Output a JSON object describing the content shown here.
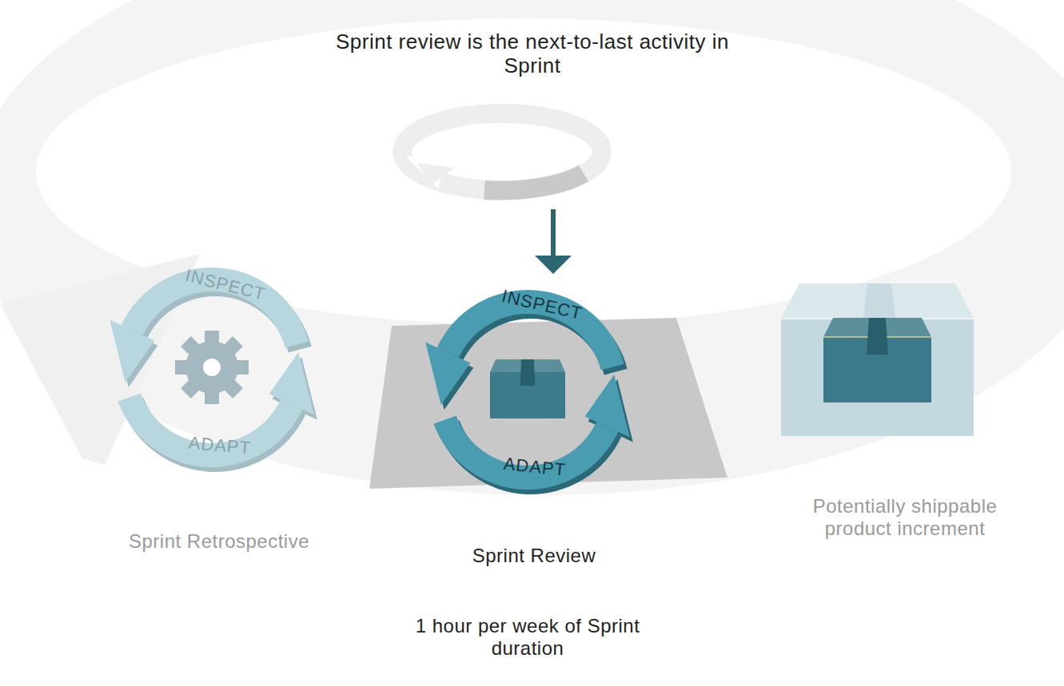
{
  "diagram": {
    "title": "Sprint review is the next-to-last activity in Sprint",
    "nodes": [
      {
        "text": [
          "INSPECT",
          "ADAPT",
          "Sprint Retrospective"
        ]
      },
      {
        "text": [
          "INSPECT",
          "ADAPT",
          "Sprint Review"
        ]
      },
      {
        "text": [
          "Potentially shippable product increment"
        ]
      }
    ],
    "labels": [
      "1 hour per week of Sprint duration"
    ]
  }
}
